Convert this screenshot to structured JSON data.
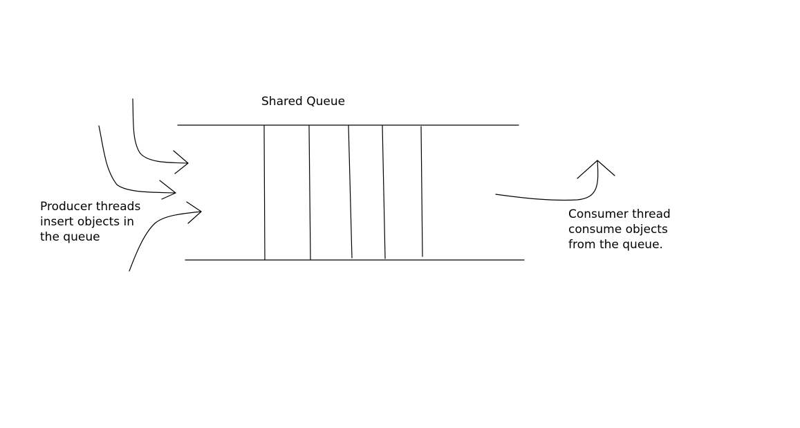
{
  "queue": {
    "title": "Shared Queue"
  },
  "producer": {
    "lines": [
      "Producer threads",
      "insert objects in",
      "the queue"
    ]
  },
  "consumer": {
    "lines": [
      "Consumer thread",
      "consume objects",
      "from the queue."
    ]
  }
}
